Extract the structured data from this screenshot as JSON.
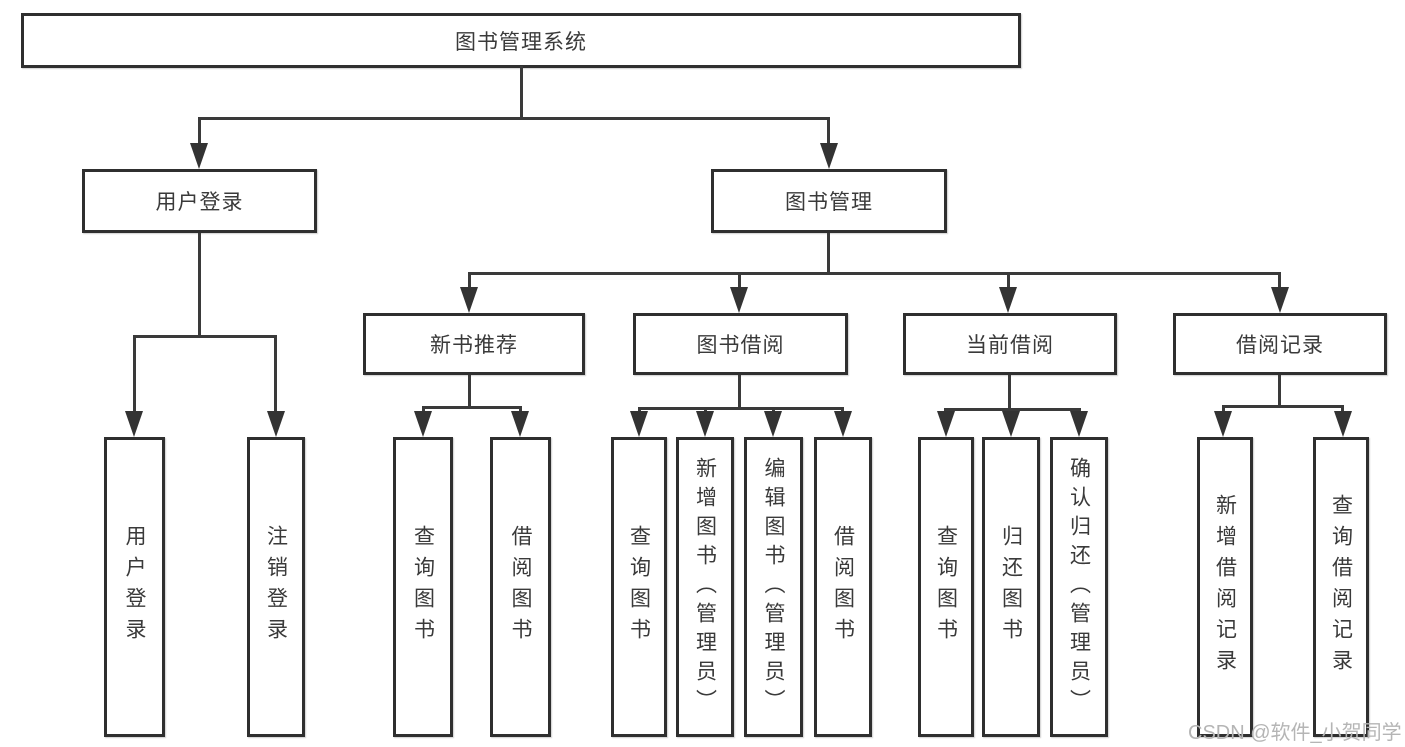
{
  "diagram": {
    "title": "图书管理系统",
    "level2": {
      "user_login": "用户登录",
      "book_mgmt": "图书管理"
    },
    "level3": {
      "new_book_rec": "新书推荐",
      "book_borrow": "图书借阅",
      "current_borrow": "当前借阅",
      "borrow_records": "借阅记录"
    },
    "leaves": {
      "user_login": "用户登录",
      "logout": "注销登录",
      "rec_query_books": "查询图书",
      "rec_borrow_books": "借阅图书",
      "bb_query_books": "查询图书",
      "bb_add_books": "新增图书（管理员）",
      "bb_edit_books": "编辑图书（管理员）",
      "bb_borrow_books": "借阅图书",
      "cb_query_books": "查询图书",
      "cb_return_books": "归还图书",
      "cb_confirm_return": "确认归还（管理员）",
      "br_add_record": "新增借阅记录",
      "br_query_record": "查询借阅记录"
    },
    "watermark": "CSDN @软件_小贺同学",
    "colors": {
      "line": "#3a3a3a",
      "text": "#3a3a3a",
      "watermark": "#b5b5b5",
      "background": "#ffffff"
    }
  }
}
